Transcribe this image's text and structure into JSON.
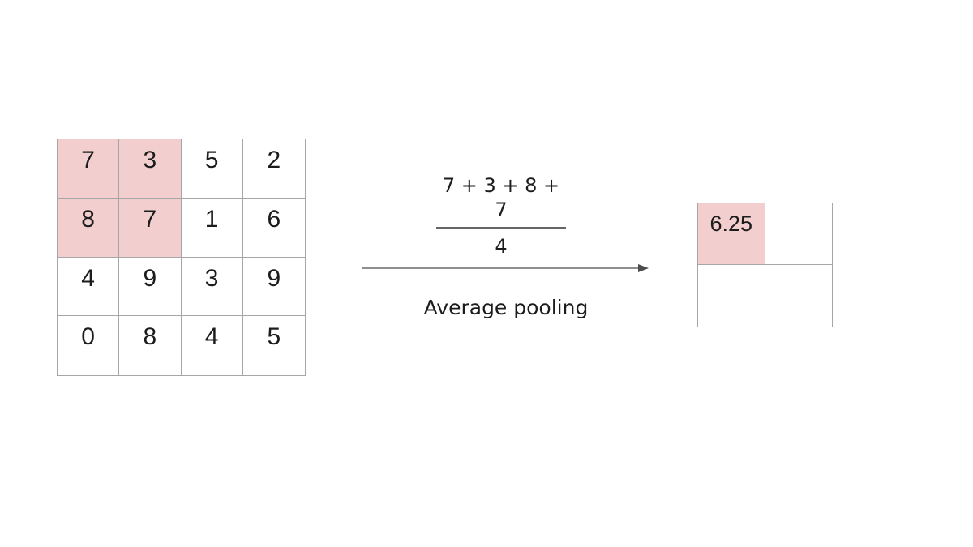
{
  "diagram_title": "Average pooling",
  "colors": {
    "highlight_pink": "#f2cece",
    "grid_line": "#a6a6a6",
    "fraction_line": "#666666",
    "arrow_line": "#8f8f8f",
    "arrow_head": "#4c4c4c",
    "text": "#1c1c1c"
  },
  "input_grid": {
    "rows": [
      [
        "7",
        "3",
        "5",
        "2"
      ],
      [
        "8",
        "7",
        "1",
        "6"
      ],
      [
        "4",
        "9",
        "3",
        "9"
      ],
      [
        "0",
        "8",
        "4",
        "5"
      ]
    ],
    "highlighted_cells": [
      [
        0,
        0
      ],
      [
        0,
        1
      ],
      [
        1,
        0
      ],
      [
        1,
        1
      ]
    ]
  },
  "formula": {
    "numerator": "7 + 3 + 8 + 7",
    "denominator": "4"
  },
  "arrow_label": "Average pooling",
  "output_grid": {
    "rows": [
      [
        "6.25",
        ""
      ],
      [
        "",
        ""
      ]
    ],
    "highlighted_cells": [
      [
        0,
        0
      ]
    ]
  }
}
